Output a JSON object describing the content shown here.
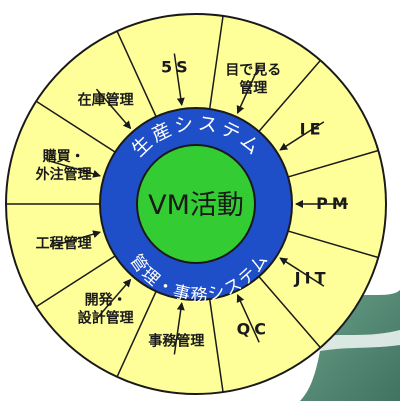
{
  "center": {
    "label": "VM活動"
  },
  "inner_ring": {
    "top_arc": "生産システム",
    "bottom_left": "管理・事務システム"
  },
  "segments": [
    {
      "id": "5s",
      "label": "5S"
    },
    {
      "id": "visual",
      "lines": [
        "目で見る",
        "管理"
      ]
    },
    {
      "id": "ie",
      "label": "IE"
    },
    {
      "id": "pm",
      "label": "PM"
    },
    {
      "id": "jit",
      "label": "JIT"
    },
    {
      "id": "qc",
      "label": "QC"
    },
    {
      "id": "office",
      "label": "事務管理"
    },
    {
      "id": "dev",
      "lines": [
        "開発・",
        "設計管理"
      ]
    },
    {
      "id": "process",
      "label": "工程管理"
    },
    {
      "id": "purchase",
      "lines": [
        "購買・",
        "外注管理"
      ]
    },
    {
      "id": "inventory",
      "label": "在庫管理"
    }
  ],
  "colors": {
    "segment_fill": "#ffff99",
    "ring_fill": "#1f4fc8",
    "center_fill": "#33cc33",
    "outline": "#1a1a1a",
    "ring_text": "#ffffff",
    "background_shape": "#2f6d55"
  }
}
